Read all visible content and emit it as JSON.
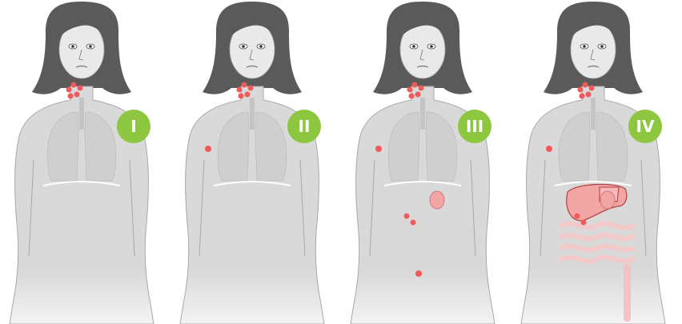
{
  "colors": {
    "body": "#d9d9d9",
    "body_edge": "#a8a8a8",
    "hair": "#5a5a5a",
    "face": "#e9e9e9",
    "lungs": "#cfcfcf",
    "lesion": "#f05a5a",
    "organ": "#f2a5a5",
    "badge": "#8dc63f",
    "badge_text": "#ffffff"
  },
  "stages": [
    {
      "label": "I",
      "neck_lesions": true,
      "axilla_lesion": false,
      "spleen": false,
      "abdominal_nodes": 0,
      "pelvic_node": false,
      "liver": false,
      "intestines": false,
      "bone": false
    },
    {
      "label": "II",
      "neck_lesions": true,
      "axilla_lesion": true,
      "spleen": false,
      "abdominal_nodes": 0,
      "pelvic_node": false,
      "liver": false,
      "intestines": false,
      "bone": false
    },
    {
      "label": "III",
      "neck_lesions": true,
      "axilla_lesion": true,
      "spleen": true,
      "abdominal_nodes": 2,
      "pelvic_node": true,
      "liver": false,
      "intestines": false,
      "bone": false
    },
    {
      "label": "IV",
      "neck_lesions": true,
      "axilla_lesion": true,
      "spleen": true,
      "abdominal_nodes": 2,
      "pelvic_node": false,
      "liver": true,
      "intestines": true,
      "bone": true
    }
  ]
}
